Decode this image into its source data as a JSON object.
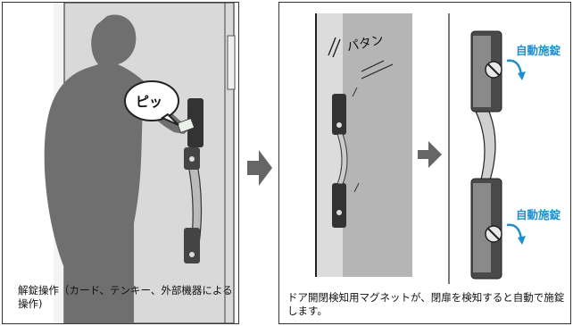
{
  "left_panel": {
    "bubble_text": "ピッ",
    "caption": "解錠操作（カード、テンキー、外部機器による操作)"
  },
  "middle_panel": {
    "sound_text": "パタン"
  },
  "right_panel": {
    "label_top": "自動施錠",
    "label_bottom": "自動施錠",
    "caption": "ドア開閉検知用マグネットが、閉扉を検知すると自動で施錠します。"
  },
  "colors": {
    "arrow": "#666666",
    "label_blue": "#1d8fcf",
    "silhouette": "#6f6f6f"
  }
}
